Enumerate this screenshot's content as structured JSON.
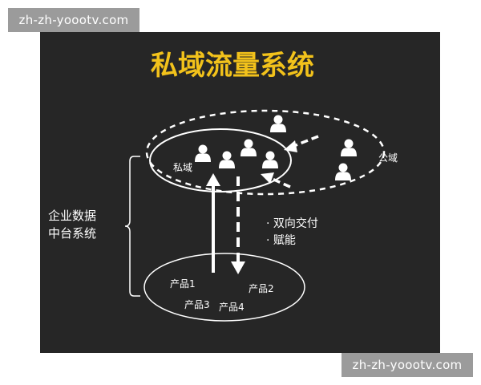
{
  "watermark": {
    "top": "zh-zh-yoootv.com",
    "bottom": "zh-zh-yoootv.com"
  },
  "diagram": {
    "title": "私域流量系统",
    "title_color": "#f2c21b",
    "private_domain_label": "私域",
    "public_domain_label": "公域",
    "platform_label_line1": "企业数据",
    "platform_label_line2": "中台系统",
    "bullet_1": "· 双向交付",
    "bullet_2": "· 赋能",
    "products": [
      "产品1",
      "产品2",
      "产品3",
      "产品4"
    ]
  },
  "colors": {
    "panel": "#262626",
    "foreground": "#ffffff",
    "accent": "#f2c21b",
    "watermark_bg": "#9b9b9b"
  },
  "icons": [
    "person-icon"
  ]
}
